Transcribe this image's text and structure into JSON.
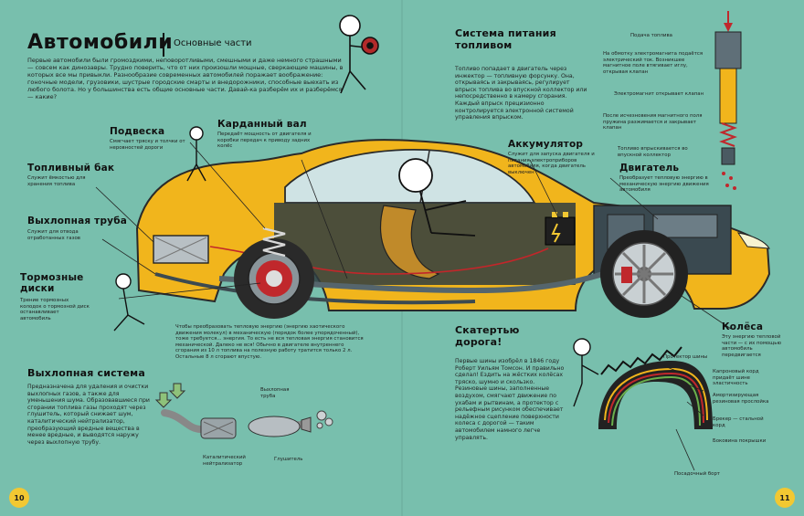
{
  "header": {
    "title": "Автомобили",
    "subtitle": "Основные части",
    "intro": "Первые автомобили были громоздкими, неповоротливыми, смешными и даже немного страшными — совсем как динозавры. Трудно поверить, что от них произошли мощные, сверкающие машины, в которых все мы привыкли. Разнообразие современных автомобилей поражает воображение: гоночные модели, грузовики, шустрые городские смарты и внедорожники, способные выехать из любого болота. Но у большинства есть общие основные части. Давай-ка разберём их и разберёмся — какие?"
  },
  "parts": {
    "suspension": {
      "name": "Подвеска",
      "desc": "Смягчает тряску и толчки от неровностей дороги"
    },
    "driveshaft": {
      "name": "Карданный вал",
      "desc": "Передаёт мощность от двигателя и коробки передач к приводу задних колёс"
    },
    "tank": {
      "name": "Топливный бак",
      "desc": "Служит ёмкостью для хранения топлива"
    },
    "exhaust_pipe": {
      "name": "Выхлопная труба",
      "desc": "Служит для отвода отработанных газов"
    },
    "brakes": {
      "name": "Тормозные диски",
      "desc": "Трение тормозных колодок о тормозной диск останавливает автомобиль"
    },
    "battery": {
      "name": "Аккумулятор",
      "desc": "Служит для запуска двигателя и питания электроприборов автомобиля, когда двигатель выключен"
    },
    "engine": {
      "name": "Двигатель",
      "desc": "Преобразует тепловую энергию в механическую энергию движения автомобиля"
    },
    "wheels": {
      "name": "Колёса",
      "desc": "Эту энергию тепловой части — с их помощью автомобиль передвигается"
    }
  },
  "fuel_system": {
    "title": "Система питания топливом",
    "text": "Топливо попадает в двигатель через инжектор — топливную форсунку. Она, открываясь и закрываясь, регулирует впрыск топлива во впускной коллектор или непосредственно в камеру сгорания. Каждый впрыск прецизионно контролируется электронной системой управления впрыском."
  },
  "injector": {
    "fuel_in": "Подача топлива",
    "coil": "На обмотку электромагнита подаётся электрический ток. Возникшее магнитное поле втягивает иглу, открывая клапан",
    "magnet": "Электромагнит открывает клапан",
    "spring": "После исчезновения магнитного поля пружина разжимается и закрывает клапан",
    "spray": "Топливо впрыскивается во впускной коллектор"
  },
  "energy_note": "Чтобы преобразовать тепловую энергию (энергию хаотического движения молекул) в механическую (порядок более упорядоченный), тоже требуется... энергия. То есть не вся тепловая энергия становится механической. Далеко не вся! Обычно в двигателе внутреннего сгорания из 10 л топлива на полезную работу тратится только 2 л. Остальные 8 л сгорают впустую.",
  "exhaust_system": {
    "title": "Выхлопная система",
    "text": "Предназначена для удаления и очистки выхлопных газов, а также для уменьшения шума. Образовавшиеся при сгорании топлива газы проходят через глушитель, который снижает шум, каталитический нейтрализатор, преобразующий вредные вещества в менее вредные, и выводятся наружу через выхлопную трубу.",
    "pipe_label": "Выхлопная труба",
    "catalyst_label": "Каталитический нейтрализатор",
    "muffler_label": "Глушитель"
  },
  "tyres": {
    "title": "Скатертью дорога!",
    "text": "Первые шины изобрёл в 1846 году Роберт Уильям Томсон. И правильно сделал! Ездить на жёстких колёсах тряско, шумно и скользко. Резиновые шины, заполненные воздухом, смягчают движение по ухабам и рытвинам, а протектор с рельефным рисунком обеспечивает надёжное сцепление поверхности колеса с дорогой — таким автомобилем намного легче управлять.",
    "tread": "Протектор шины",
    "cord": "Капроновый корд придаёт шине эластичность",
    "damper": "Амортизирующая резиновая прослойка",
    "breaker": "Брекер — стальной корд",
    "sidewall": "Боковина покрышки",
    "bead": "Посадочный борт"
  },
  "pages": {
    "left": "10",
    "right": "11"
  },
  "colors": {
    "background": "#78bfad",
    "car_body": "#f1b51c",
    "page_badge": "#f2c832"
  }
}
